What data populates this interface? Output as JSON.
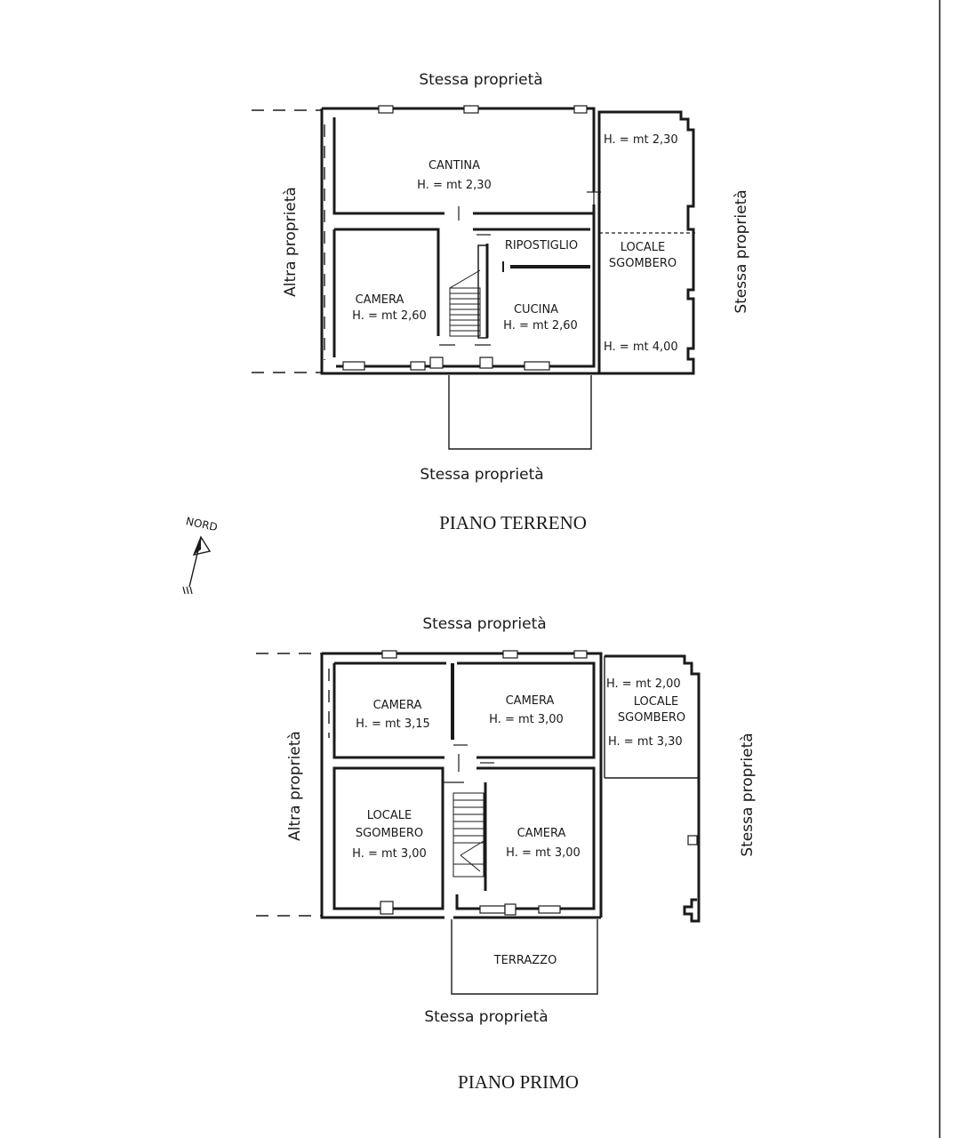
{
  "ground_floor": {
    "title": "PIANO TERRENO",
    "top_label": "Stessa proprietà",
    "bottom_label": "Stessa proprietà",
    "left_label": "Altra proprietà",
    "right_label": "Stessa proprietà",
    "rooms": {
      "cantina_name": "CANTINA",
      "cantina_height": "H. = mt 2,30",
      "camera_name": "CAMERA",
      "camera_height": "H. = mt 2,60",
      "ripostiglio_name": "RIPOSTIGLIO",
      "cucina_name": "CUCINA",
      "cucina_height": "H. = mt 2,60",
      "annex_top_height": "H. = mt 2,30",
      "locale_line1": "LOCALE",
      "locale_line2": "SGOMBERO",
      "annex_bottom_height": "H. = mt 4,00"
    }
  },
  "first_floor": {
    "title": "PIANO PRIMO",
    "top_label": "Stessa proprietà",
    "bottom_label": "Stessa proprietà",
    "left_label": "Altra proprietà",
    "right_label": "Stessa proprietà",
    "rooms": {
      "camera_nw_name": "CAMERA",
      "camera_nw_height": "H. = mt 3,15",
      "camera_ne_name": "CAMERA",
      "camera_ne_height": "H. = mt 3,00",
      "annex_top_height": "H. = mt 2,00",
      "annex_locale_line1": "LOCALE",
      "annex_locale_line2": "SGOMBERO",
      "annex_bottom_height": "H. = mt 3,30",
      "locale_line1": "LOCALE",
      "locale_line2": "SGOMBERO",
      "locale_height": "H. = mt 3,00",
      "camera_se_name": "CAMERA",
      "camera_se_height": "H. = mt 3,00",
      "terrazzo_name": "TERRAZZO"
    }
  },
  "compass": {
    "label": "NORD",
    "icon": "north-arrow-icon"
  }
}
